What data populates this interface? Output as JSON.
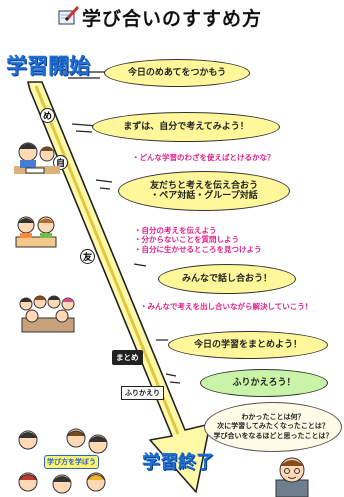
{
  "title": "学び合いのすすめ方",
  "start_label": "学習開始",
  "end_label": "学習終了",
  "steps": [
    {
      "text": "今日のめあてをつかもう"
    },
    {
      "text": "まずは、自分で考えてみよう！"
    },
    {
      "text": "友だちと考えを伝え合おう\n・ペア対話・グループ対話"
    },
    {
      "text": "みんなで話し合おう！"
    },
    {
      "text": "今日の学習をまとめよう！"
    },
    {
      "text": "ふりかえろう！"
    }
  ],
  "pink_notes": [
    "・どんな学習のわざを使えばとけるかな？",
    "・自分の考えを伝えよう\n・分からないことを質問しよう\n・自分に生かせるところを見つけよう",
    "・みんなで考えを出し合いながら解決していこう！"
  ],
  "arrow_marks": [
    "め",
    "自",
    "友"
  ],
  "tags": {
    "matome": "まとめ",
    "furikaeri": "ふりかえり"
  },
  "reflection_box": "わかったことは何？\n次に学習してみたくなったことは？\n学び合いをなるほどと思ったことは？",
  "badge_text": "学び方を学ぼう",
  "colors": {
    "heading_blue": "#1f6fd6",
    "note_pink": "#e0228a",
    "bubble_yellow": "#fff79a",
    "bubble_green": "#c9f3a6"
  }
}
